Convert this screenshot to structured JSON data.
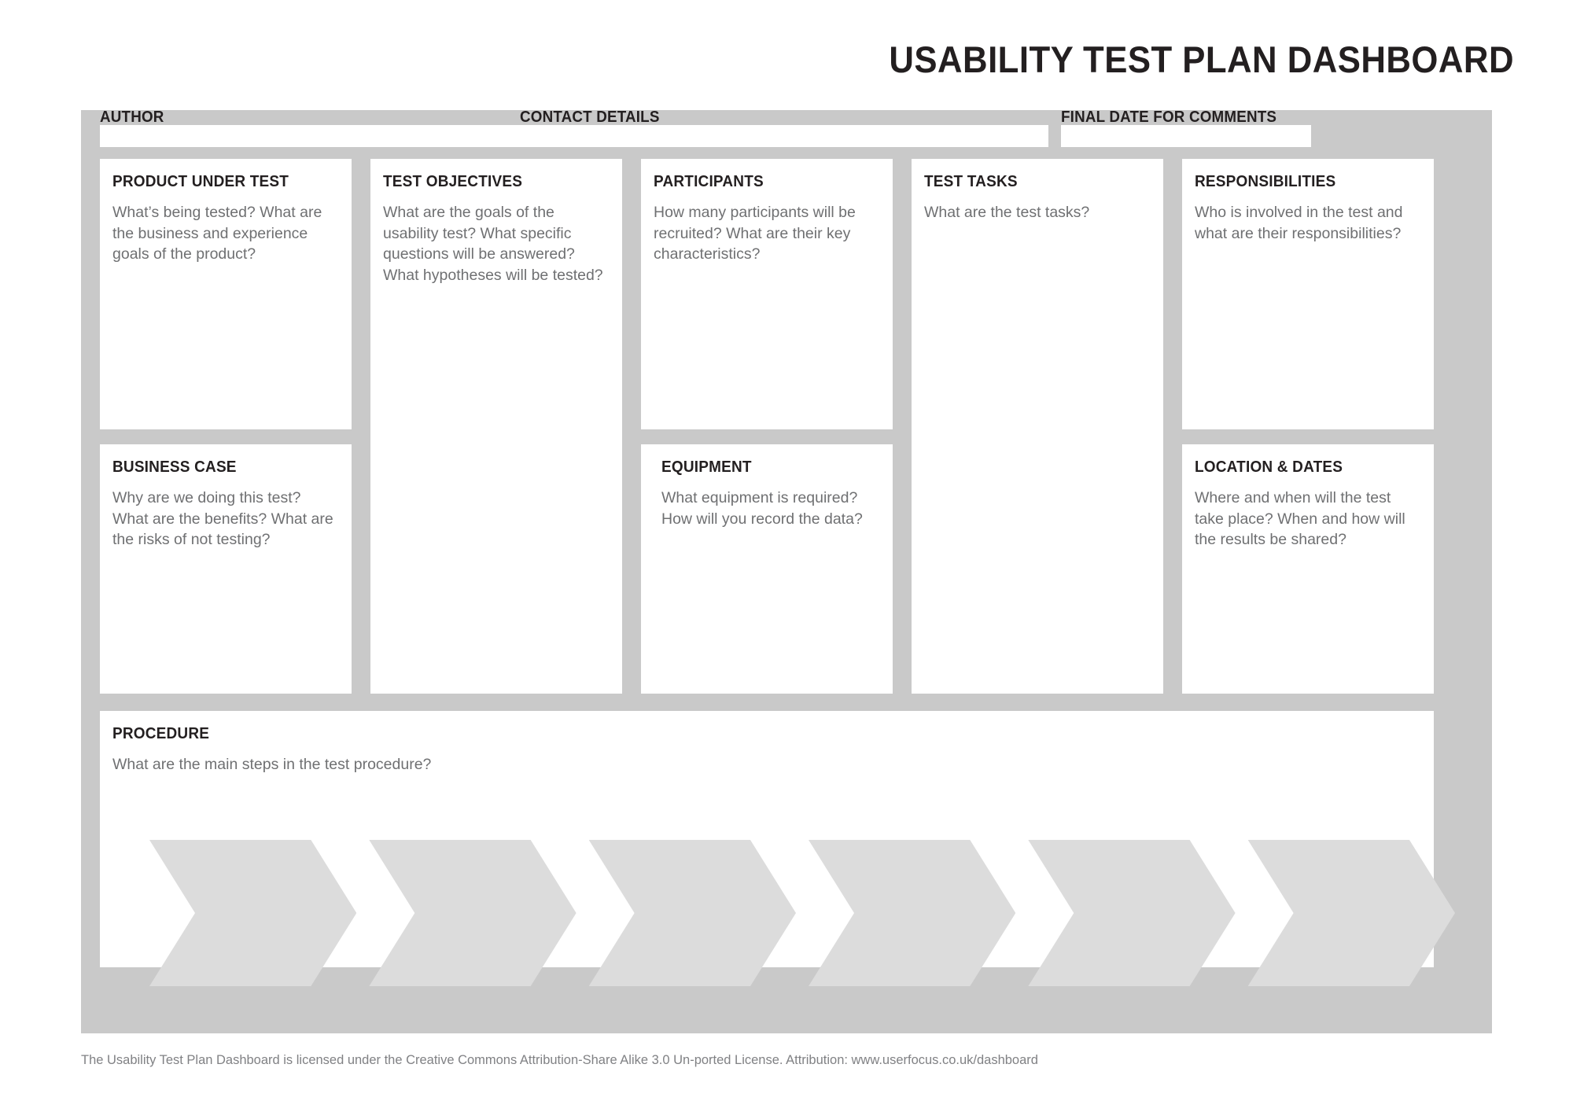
{
  "title": "USABILITY TEST PLAN DASHBOARD",
  "header_fields": [
    {
      "label": "AUTHOR",
      "value": ""
    },
    {
      "label": "CONTACT DETAILS",
      "value": ""
    },
    {
      "label": "FINAL DATE FOR COMMENTS",
      "value": ""
    }
  ],
  "cards": [
    {
      "title": "PRODUCT UNDER TEST",
      "prompt": "What’s being tested? What are the business and experience goals of the product?",
      "value": ""
    },
    {
      "title": "TEST OBJECTIVES",
      "prompt": "What are the goals of the usability test? What specific questions will be answered? What hypotheses will be tested?",
      "value": ""
    },
    {
      "title": "PARTICIPANTS",
      "prompt": "How many participants will be recruited? What are their key characteristics?",
      "value": ""
    },
    {
      "title": "TEST TASKS",
      "prompt": "What are the test tasks?",
      "value": ""
    },
    {
      "title": "RESPONSIBILITIES",
      "prompt": "Who is involved in the test and what are their responsibilities?",
      "value": ""
    },
    {
      "title": "BUSINESS CASE",
      "prompt": "Why are we doing this test? What are the benefits? What are the risks of not testing?",
      "value": ""
    },
    {
      "title": "EQUIPMENT",
      "prompt": "What equipment is required? How will you record the data?",
      "value": ""
    },
    {
      "title": "LOCATION & DATES",
      "prompt": "Where and when will the test take place? When and how will the results be shared?",
      "value": ""
    }
  ],
  "procedure": {
    "title": "PROCEDURE",
    "prompt": "What are the main steps in the test procedure?",
    "step_count": 6,
    "steps": [
      "",
      "",
      "",
      "",
      "",
      ""
    ]
  },
  "footer": "The Usability Test Plan Dashboard is licensed under the Creative Commons Attribution-Share Alike 3.0 Un-ported License. Attribution: www.userfocus.co.uk/dashboard",
  "colors": {
    "board": "#c9c9c9",
    "card": "#ffffff",
    "chevron": "#dcdcdc",
    "title_text": "#231f20",
    "prompt_text": "#6f7072",
    "footer_text": "#808184"
  }
}
